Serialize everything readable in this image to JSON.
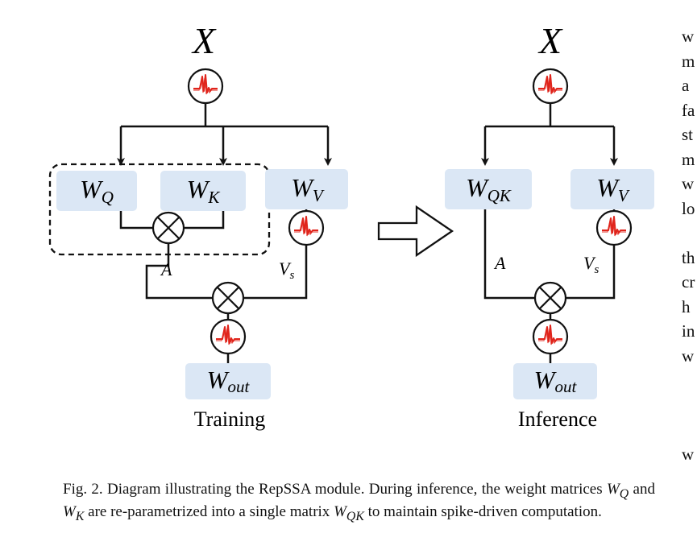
{
  "training": {
    "input_label": "X",
    "wq": {
      "base": "W",
      "sub": "Q"
    },
    "wk": {
      "base": "W",
      "sub": "K"
    },
    "wv": {
      "base": "W",
      "sub": "V"
    },
    "wout": {
      "base": "W",
      "sub": "out"
    },
    "a_label": "A",
    "vs": {
      "base": "V",
      "sub": "s"
    },
    "caption": "Training"
  },
  "inference": {
    "input_label": "X",
    "wqk": {
      "base": "W",
      "sub": "QK"
    },
    "wv": {
      "base": "W",
      "sub": "V"
    },
    "wout": {
      "base": "W",
      "sub": "out"
    },
    "a_label": "A",
    "vs": {
      "base": "V",
      "sub": "s"
    },
    "caption": "Inference"
  },
  "figure_caption": {
    "prefix": "Fig. 2.  Diagram illustrating the RepSSA module. During inference, the weight matrices ",
    "wq": "W",
    "wq_sub": "Q",
    "and": " and ",
    "wk": "W",
    "wk_sub": "K",
    "middle": " are re-parametrized into a single matrix ",
    "wqk": "W",
    "wqk_sub": "QK",
    "suffix": " to maintain spike-driven computation."
  },
  "right_column_fragments": [
    "w",
    "m",
    "a",
    "fa",
    "st",
    "m",
    "w",
    "lo",
    "",
    "th",
    "cr",
    "h",
    "in",
    "w",
    "",
    "",
    "",
    "w"
  ],
  "colors": {
    "weight_box": "#dbe7f5",
    "spike_red": "#e0241b",
    "line": "#111111"
  }
}
